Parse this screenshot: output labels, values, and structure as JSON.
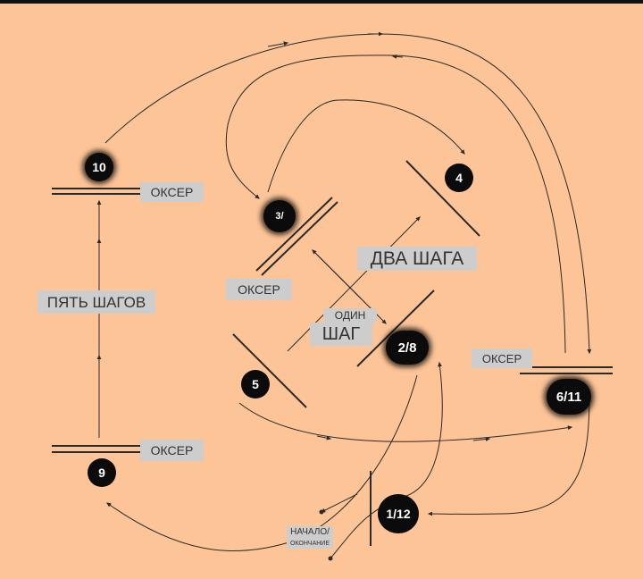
{
  "nodes": {
    "n10": "10",
    "n3": "3/",
    "n4": "4",
    "n28": "2/8",
    "n5": "5",
    "n611": "6/11",
    "n9": "9",
    "n112": "1/12"
  },
  "labels": {
    "oxer_top_left": "ОКСЕР",
    "oxer_center": "ОКСЕР",
    "oxer_right": "ОКСЕР",
    "oxer_bottom_left": "ОКСЕР",
    "five_strides": "ПЯТЬ ШАГОВ",
    "two_strides": "ДВА ШАГА",
    "one_stride_line1": "ОДИН",
    "one_stride_line2": "ШАГ",
    "start_line1": "НАЧАЛО/",
    "start_line2": "ОКОНЧАНИЕ"
  },
  "colors": {
    "background": "#fcc497",
    "label_bg": "#cdcdcd",
    "badge": "#0b0b0b",
    "line": "#2a2a2a"
  }
}
